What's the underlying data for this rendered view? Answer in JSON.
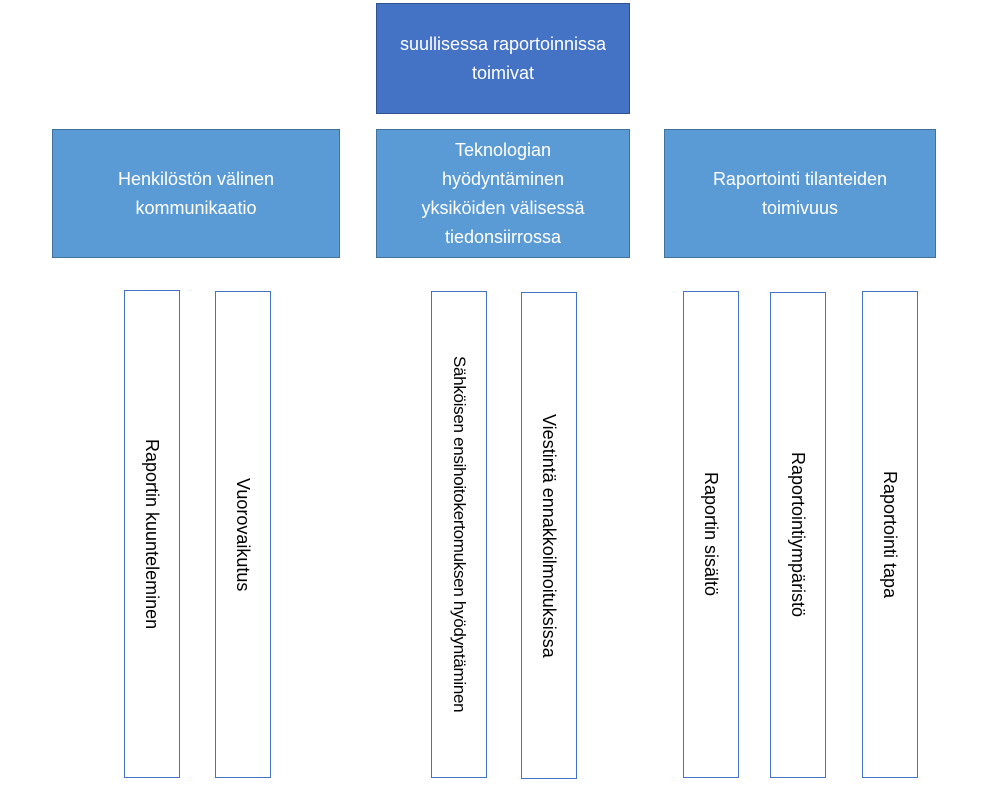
{
  "root": {
    "label": "suullisessa raportoinnissa toimivat"
  },
  "branches": [
    {
      "label": "Henkilöstön välinen kommunikaatio",
      "leaves": [
        "Raportin kuunteleminen",
        "Vuorovaikutus"
      ]
    },
    {
      "label": "Teknologian hyödyntäminen yksiköiden välisessä tiedonsiirrossa",
      "leaves": [
        "Sähköisen ensihoitokertomuksen hyödyntäminen",
        "Viestintä ennakkoilmoituksissa"
      ]
    },
    {
      "label": "Raportointi tilanteiden toimivuus",
      "leaves": [
        "Raportin sisältö",
        "Raportointiympäristö",
        "Raportointi tapa"
      ]
    }
  ],
  "colors": {
    "root_fill": "#4472c4",
    "branch_fill": "#5b9bd5",
    "leaf_border": "#4472c4"
  }
}
